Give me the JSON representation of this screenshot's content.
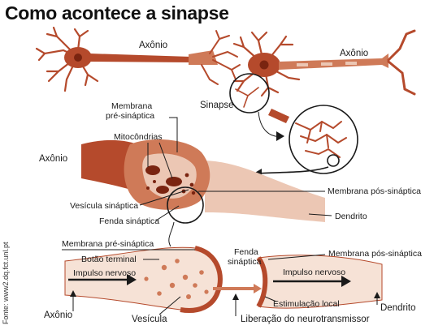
{
  "title": "Como acontece a sinapse",
  "credit": "Fonte: www2.dq.fct.unl.pt",
  "top_panel": {
    "axon_left": "Axônio",
    "axon_right": "Axônio",
    "synapse": "Sinapse"
  },
  "middle_panel": {
    "presynaptic_membrane_line1": "Membrana",
    "presynaptic_membrane_line2": "pré-sináptica",
    "mitochondria": "Mitocôndrias",
    "axon": "Axônio",
    "synaptic_vesicle": "Vesícula sináptica",
    "synaptic_cleft": "Fenda sináptica",
    "postsynaptic_membrane": "Membrana pós-sináptica",
    "dendrite": "Dendrito"
  },
  "bottom_panel": {
    "presynaptic_membrane": "Membrana pré-sináptica",
    "terminal_button": "Botão terminal",
    "nerve_impulse_left": "Impulso nervoso",
    "axon": "Axônio",
    "vesicle": "Vesícula",
    "cleft_line1": "Fenda",
    "cleft_line2": "sináptica",
    "postsynaptic_membrane": "Membrana pós-sináptica",
    "nerve_impulse_right": "Impulso nervoso",
    "local_stimulation": "Estimulação local",
    "neurotransmitter_release": "Liberação do neurotransmissor",
    "dendrite": "Dendrito"
  },
  "colors": {
    "tissue": "#b54a2c",
    "tissue_light": "#ecc7b4",
    "text": "#1a1a1a"
  }
}
